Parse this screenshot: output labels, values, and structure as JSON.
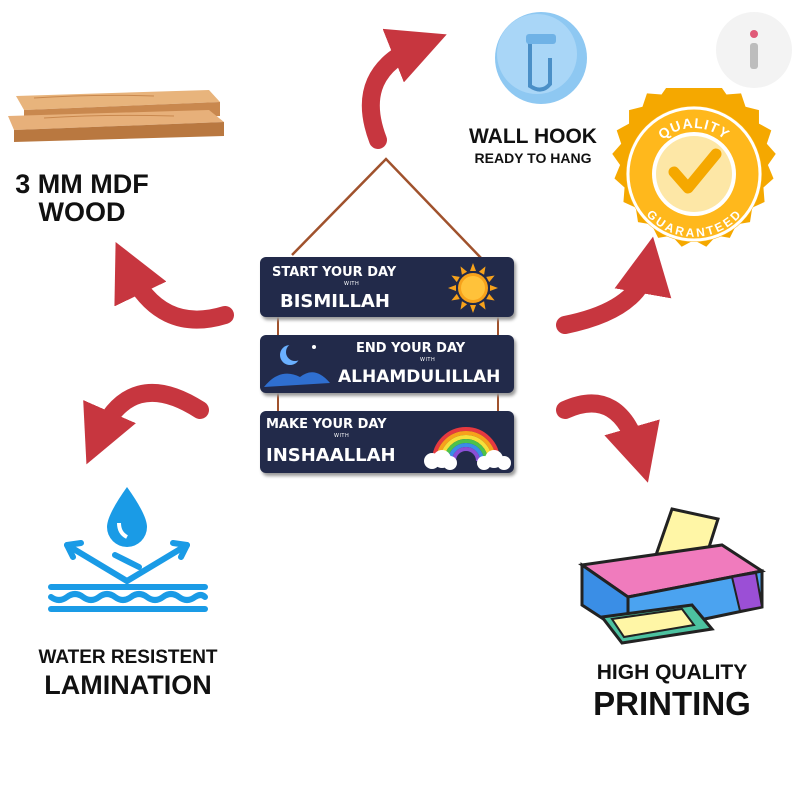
{
  "features": {
    "wood": {
      "line1": "3 MM MDF",
      "line2": "WOOD",
      "icon": "wood-planks-icon"
    },
    "hook": {
      "title": "WALL HOOK",
      "subtitle": "READY TO HANG",
      "icon": "wall-hook-icon"
    },
    "quality_badge": {
      "top": "QUALITY",
      "bottom": "GUARANTEED",
      "icon": "quality-guaranteed-badge-icon"
    },
    "water": {
      "line1": "WATER RESISTENT",
      "line2": "LAMINATION",
      "icon": "water-drop-icon"
    },
    "printing": {
      "line1": "HIGH QUALITY",
      "line2": "PRINTING",
      "icon": "printer-icon"
    }
  },
  "product": {
    "plank1": {
      "top": "START YOUR DAY",
      "small": "WITH",
      "main": "BISMILLAH"
    },
    "plank2": {
      "top": "END YOUR DAY",
      "small": "WITH",
      "main": "ALHAMDULILLAH"
    },
    "plank3": {
      "top": "MAKE YOUR DAY",
      "small": "WITH",
      "main": "INSHAALLAH"
    }
  },
  "colors": {
    "arrow": "#c7363f",
    "plank": "#222a4a",
    "badge": "#f5a800",
    "water": "#1a9be6"
  }
}
